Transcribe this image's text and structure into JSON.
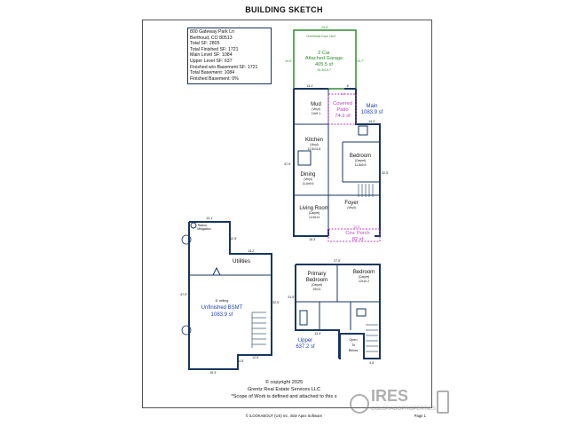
{
  "title": "BUILDING SKETCH",
  "info": {
    "address1": "800 Gateway Park Ln",
    "address2": "Berthoud, CO 80513",
    "lines": [
      "Total SF: 2805",
      "Total Finished SF: 1721",
      "Main Level SF: 1084",
      "Upper Level SF: 637",
      "Finished w/o Basement SF: 1721",
      "Total Basement: 1084",
      "Finished Basement: 0%"
    ]
  },
  "garage": {
    "door": "Overhead Door 16x7",
    "name1": "2 Car",
    "name2": "Attached Garage",
    "area": "405.5 sf",
    "dims": "19.3x19.7",
    "top": "20.5'",
    "left": "19.6'",
    "right": "20.7'"
  },
  "patio": {
    "name1": "Covered",
    "name2": "Patio",
    "area": "74.2 sf",
    "dim": "7.2'"
  },
  "main_label": {
    "name": "Main",
    "area": "1083.9 sf"
  },
  "rooms_main": [
    {
      "name": "Mud",
      "sub": "(Vinyl)",
      "dims": "10x9.1"
    },
    {
      "name": "Kitchen",
      "sub": "(Vinyl)",
      "dims": "12.5x11.8"
    },
    {
      "name": "Bedroom",
      "sub": "(Carpet)",
      "dims": "11.8x9.8"
    },
    {
      "name": "Dining",
      "sub": "(Vinyl)",
      "dims": "11.6x9.6"
    },
    {
      "name": "Foyer",
      "sub": "(Vinyl)",
      "dims": ""
    },
    {
      "name": "Living Room",
      "sub": "(Carpet)",
      "dims": "14.5x14"
    }
  ],
  "main_dims": {
    "left": "47.9'",
    "right": "32.5'",
    "bottom": "15.3'",
    "step": "14.2'",
    "w1": "13.1'",
    "w2": "6'",
    "porch_w": "12.0'"
  },
  "porch": {
    "name": "Cov. Porch",
    "area": "82 sf"
  },
  "basement": {
    "radon1": "Radon",
    "radon2": "Mitigation",
    "utilities": "Utilities",
    "ceiling": "8' ceiling",
    "name": "Unfinished BSMT",
    "area": "1083.9 sf",
    "top": "13.1'",
    "step": "14.2'",
    "left": "47.9'",
    "right": "32.5'",
    "bottom": "15.3'",
    "b2": "12.5'",
    "b3": "4.5'",
    "side": "12.5'"
  },
  "upper": {
    "name": "Upper",
    "area": "637.2 sf",
    "rooms": [
      {
        "name1": "Primary",
        "name2": "Bedroom",
        "sub": "(Carpet)",
        "dims": "15x11"
      },
      {
        "name1": "Bedroom",
        "name2": "",
        "sub": "(Carpet)",
        "dims": "12x10.2"
      }
    ],
    "open1": "Open",
    "open2": "To",
    "open3": "Below",
    "dims": {
      "top": "27.5'",
      "left": "31.5'",
      "bottom1": "13.4'",
      "bottom2": "4.5'"
    }
  },
  "footer": {
    "copyright": "© copyright 2025",
    "company": "Grentz Real Estate Services LLC",
    "scope": "*Scope of Work is defined and attached to this s"
  },
  "bottom_note": "© iLOOKABOUT (US) Inc. iSite Apex Software",
  "page_num": "Page 1",
  "watermark": {
    "ires": "IRES",
    "sub": "COLORADOPROPERTIES"
  },
  "colors": {
    "garage": "#2e8b2e",
    "patio": "#c13ac6",
    "wall": "#17365d",
    "blue_label": "#1f3fb3"
  }
}
